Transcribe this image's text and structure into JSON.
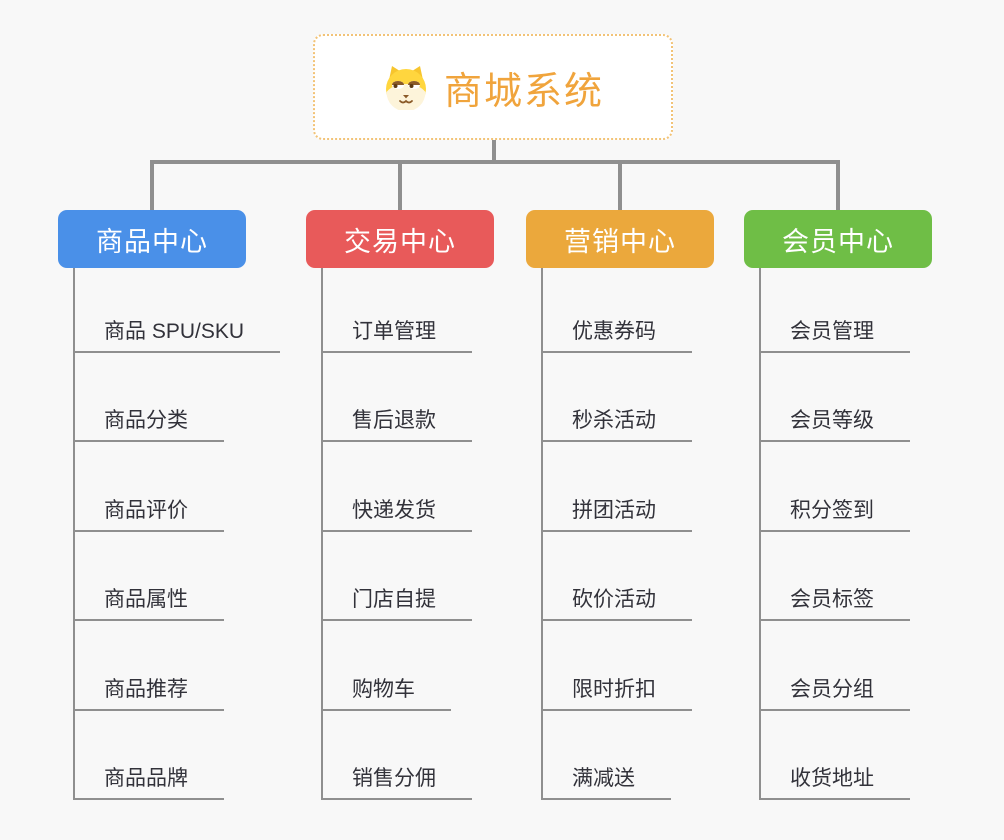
{
  "root": {
    "title": "商城系统",
    "icon": "shiba-dog-icon",
    "text_color": "#f0a43c",
    "border_color": "#f2c377"
  },
  "connector_colors": {
    "tree": "#8f8f8f",
    "underline": "#8f8f8f"
  },
  "branches": [
    {
      "label": "商品中心",
      "color": "#4a90e8",
      "children": [
        "商品 SPU/SKU",
        "商品分类",
        "商品评价",
        "商品属性",
        "商品推荐",
        "商品品牌"
      ]
    },
    {
      "label": "交易中心",
      "color": "#e85a5a",
      "children": [
        "订单管理",
        "售后退款",
        "快递发货",
        "门店自提",
        "购物车",
        "销售分佣"
      ]
    },
    {
      "label": "营销中心",
      "color": "#eba83c",
      "children": [
        "优惠券码",
        "秒杀活动",
        "拼团活动",
        "砍价活动",
        "限时折扣",
        "满减送"
      ]
    },
    {
      "label": "会员中心",
      "color": "#6fbe46",
      "children": [
        "会员管理",
        "会员等级",
        "积分签到",
        "会员标签",
        "会员分组",
        "收货地址"
      ]
    }
  ]
}
